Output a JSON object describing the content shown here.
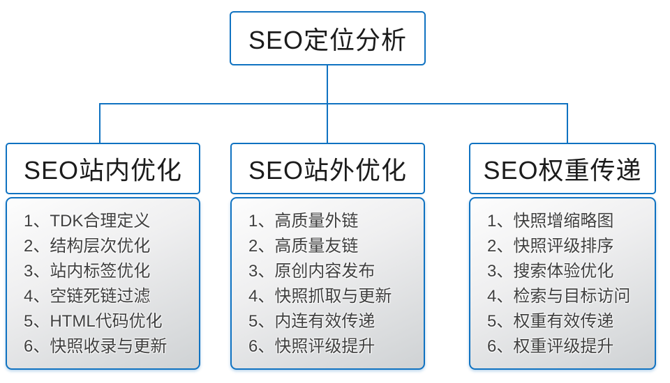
{
  "colors": {
    "line_blue": "#0f72c1",
    "header_text": "#1b1b1b",
    "item_text": "#3f3f3f",
    "panel_gradient_top": "#fdfdfd",
    "panel_gradient_bottom": "#cfd2d4"
  },
  "root": {
    "title": "SEO定位分析"
  },
  "columns": [
    {
      "title": "SEO站内优化",
      "items": [
        "1、TDK合理定义",
        "2、结构层次优化",
        "3、站内标签优化",
        "4、空链死链过滤",
        "5、HTML代码优化",
        "6、快照收录与更新"
      ]
    },
    {
      "title": "SEO站外优化",
      "items": [
        "1、高质量外链",
        "2、高质量友链",
        "3、原创内容发布",
        "4、快照抓取与更新",
        "5、内连有效传递",
        "6、快照评级提升"
      ]
    },
    {
      "title": "SEO权重传递",
      "items": [
        "1、快照增缩略图",
        "2、快照评级排序",
        "3、搜索体验优化",
        "4、检索与目标访问",
        "5、权重有效传递",
        "6、权重评级提升"
      ]
    }
  ]
}
